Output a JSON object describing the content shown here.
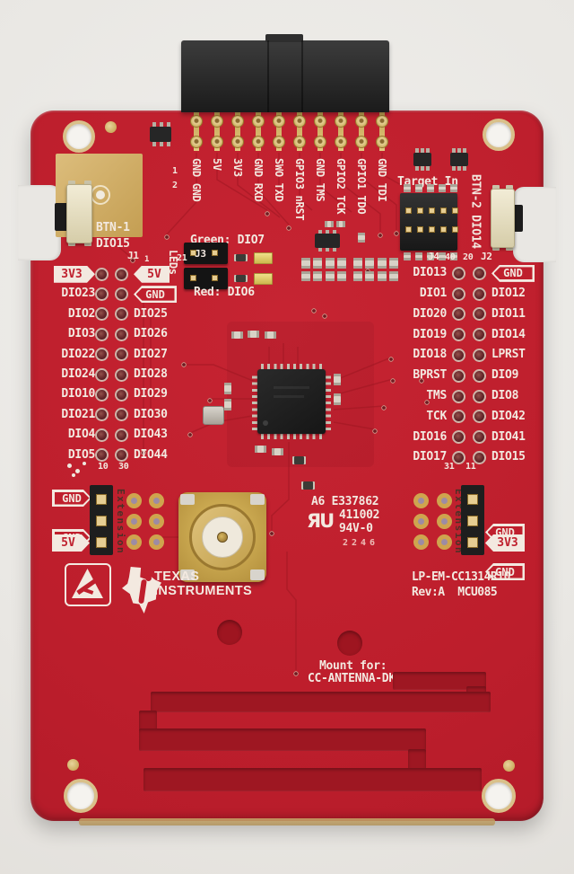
{
  "colors": {
    "board-red": "#bf1f2d",
    "board-red-dark": "#a81a26",
    "trace": "#9e1722",
    "silkscreen": "#f3e9e0",
    "gold": "#cfa44e",
    "gold-light": "#e6cd92",
    "background": "#e9e7e3",
    "connector-black": "#1f1f1f",
    "button-cream": "#eee6cb"
  },
  "top_connector": {
    "row_numbers": [
      "1",
      "2"
    ],
    "pins": [
      "GND GND",
      "5V",
      "3V3",
      "GND RXD",
      "SWO TXD",
      "GPIO3 nRST",
      "GND TMS",
      "GPIO2 TCK",
      "GPIO1 TDO",
      "GND TDI"
    ]
  },
  "buttons": {
    "btn1_line1": "BTN-1",
    "btn1_line2": "DIO15",
    "btn2_label": "BTN-2 DIO14"
  },
  "debug_connector": {
    "label": "Target In"
  },
  "leds": {
    "block_label": "LEDs",
    "green": "Green: DIO7",
    "red": "Red: DIO6"
  },
  "left_header": {
    "j_outer": "J1",
    "j_inner": "J3",
    "pin_outer_top": "1",
    "pin_inner_top": "21",
    "pin_outer_bottom": "10",
    "pin_inner_bottom": "30",
    "power_left": "3V3",
    "power_right": "5V",
    "rows": [
      {
        "left": "DIO23",
        "right": "GND"
      },
      {
        "left": "DIO2",
        "right": "DIO25"
      },
      {
        "left": "DIO3",
        "right": "DIO26"
      },
      {
        "left": "DIO22",
        "right": "DIO27"
      },
      {
        "left": "DIO24",
        "right": "DIO28"
      },
      {
        "left": "DIO10",
        "right": "DIO29"
      },
      {
        "left": "DIO21",
        "right": "DIO30"
      },
      {
        "left": "DIO4",
        "right": "DIO43"
      },
      {
        "left": "DIO5",
        "right": "DIO44"
      }
    ]
  },
  "right_header": {
    "j_inner": "J4",
    "j_outer": "J2",
    "pin_inner_top": "40",
    "pin_outer_top": "20",
    "pin_inner_bottom": "31",
    "pin_outer_bottom": "11",
    "rows": [
      {
        "left": "DIO13",
        "right": "GND"
      },
      {
        "left": "DIO1",
        "right": "DIO12"
      },
      {
        "left": "DIO20",
        "right": "DIO11"
      },
      {
        "left": "DIO19",
        "right": "DIO14"
      },
      {
        "left": "DIO18",
        "right": "LPRST"
      },
      {
        "left": "BPRST",
        "right": "DIO9"
      },
      {
        "left": "TMS",
        "right": "DIO8"
      },
      {
        "left": "TCK",
        "right": "DIO42"
      },
      {
        "left": "DIO16",
        "right": "DIO41"
      },
      {
        "left": "DIO17",
        "right": "DIO15"
      }
    ]
  },
  "extension_left": {
    "label": "Extension",
    "pins": [
      "GND",
      "GND",
      "5V"
    ]
  },
  "extension_right": {
    "label": "Extension",
    "pins": [
      "GND",
      "GND",
      "3V3"
    ]
  },
  "certification": {
    "line1": "A6 E337862",
    "ul_mark": "ЯU",
    "line2": "411002",
    "line3": "94V-0",
    "date_code": "2246"
  },
  "branding": {
    "line1": "TEXAS",
    "line2": "INSTRUMENTS"
  },
  "board_id": {
    "name": "LP-EM-CC1314R10",
    "revision": "Rev:A  MCU085"
  },
  "antenna": {
    "note_line1": "Mount for:",
    "note_line2": "CC-ANTENNA-DK"
  }
}
